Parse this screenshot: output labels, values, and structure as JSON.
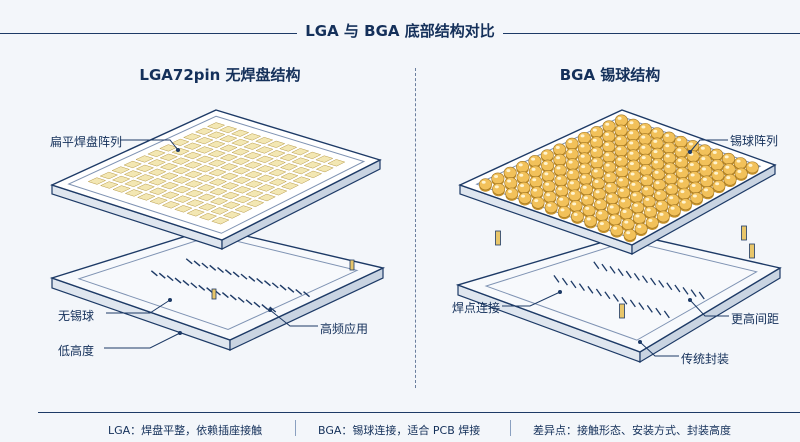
{
  "title": "LGA 与 BGA 底部结构对比",
  "left": {
    "heading": "LGA72pin 无焊盘结构",
    "labels": {
      "pads": "扁平焊盘阵列",
      "no_ball": "无锡球",
      "low_height": "低高度",
      "app": "高频应用"
    }
  },
  "right": {
    "heading": "BGA 锡球结构",
    "labels": {
      "balls": "锡球阵列",
      "solder": "焊点连接",
      "gap": "更高间距",
      "traditional": "传统封装"
    }
  },
  "footer": {
    "lga": "LGA：焊盘平整，依赖插座接触",
    "bga": "BGA：锡球连接，适合 PCB 焊接",
    "diff": "差异点：接触形态、安装方式、封装高度"
  },
  "colors": {
    "ink": "#14305a",
    "pad": "#f3e7b3",
    "ball": "#f2c15a",
    "board": "#ffffff",
    "line": "#1d3a66"
  }
}
